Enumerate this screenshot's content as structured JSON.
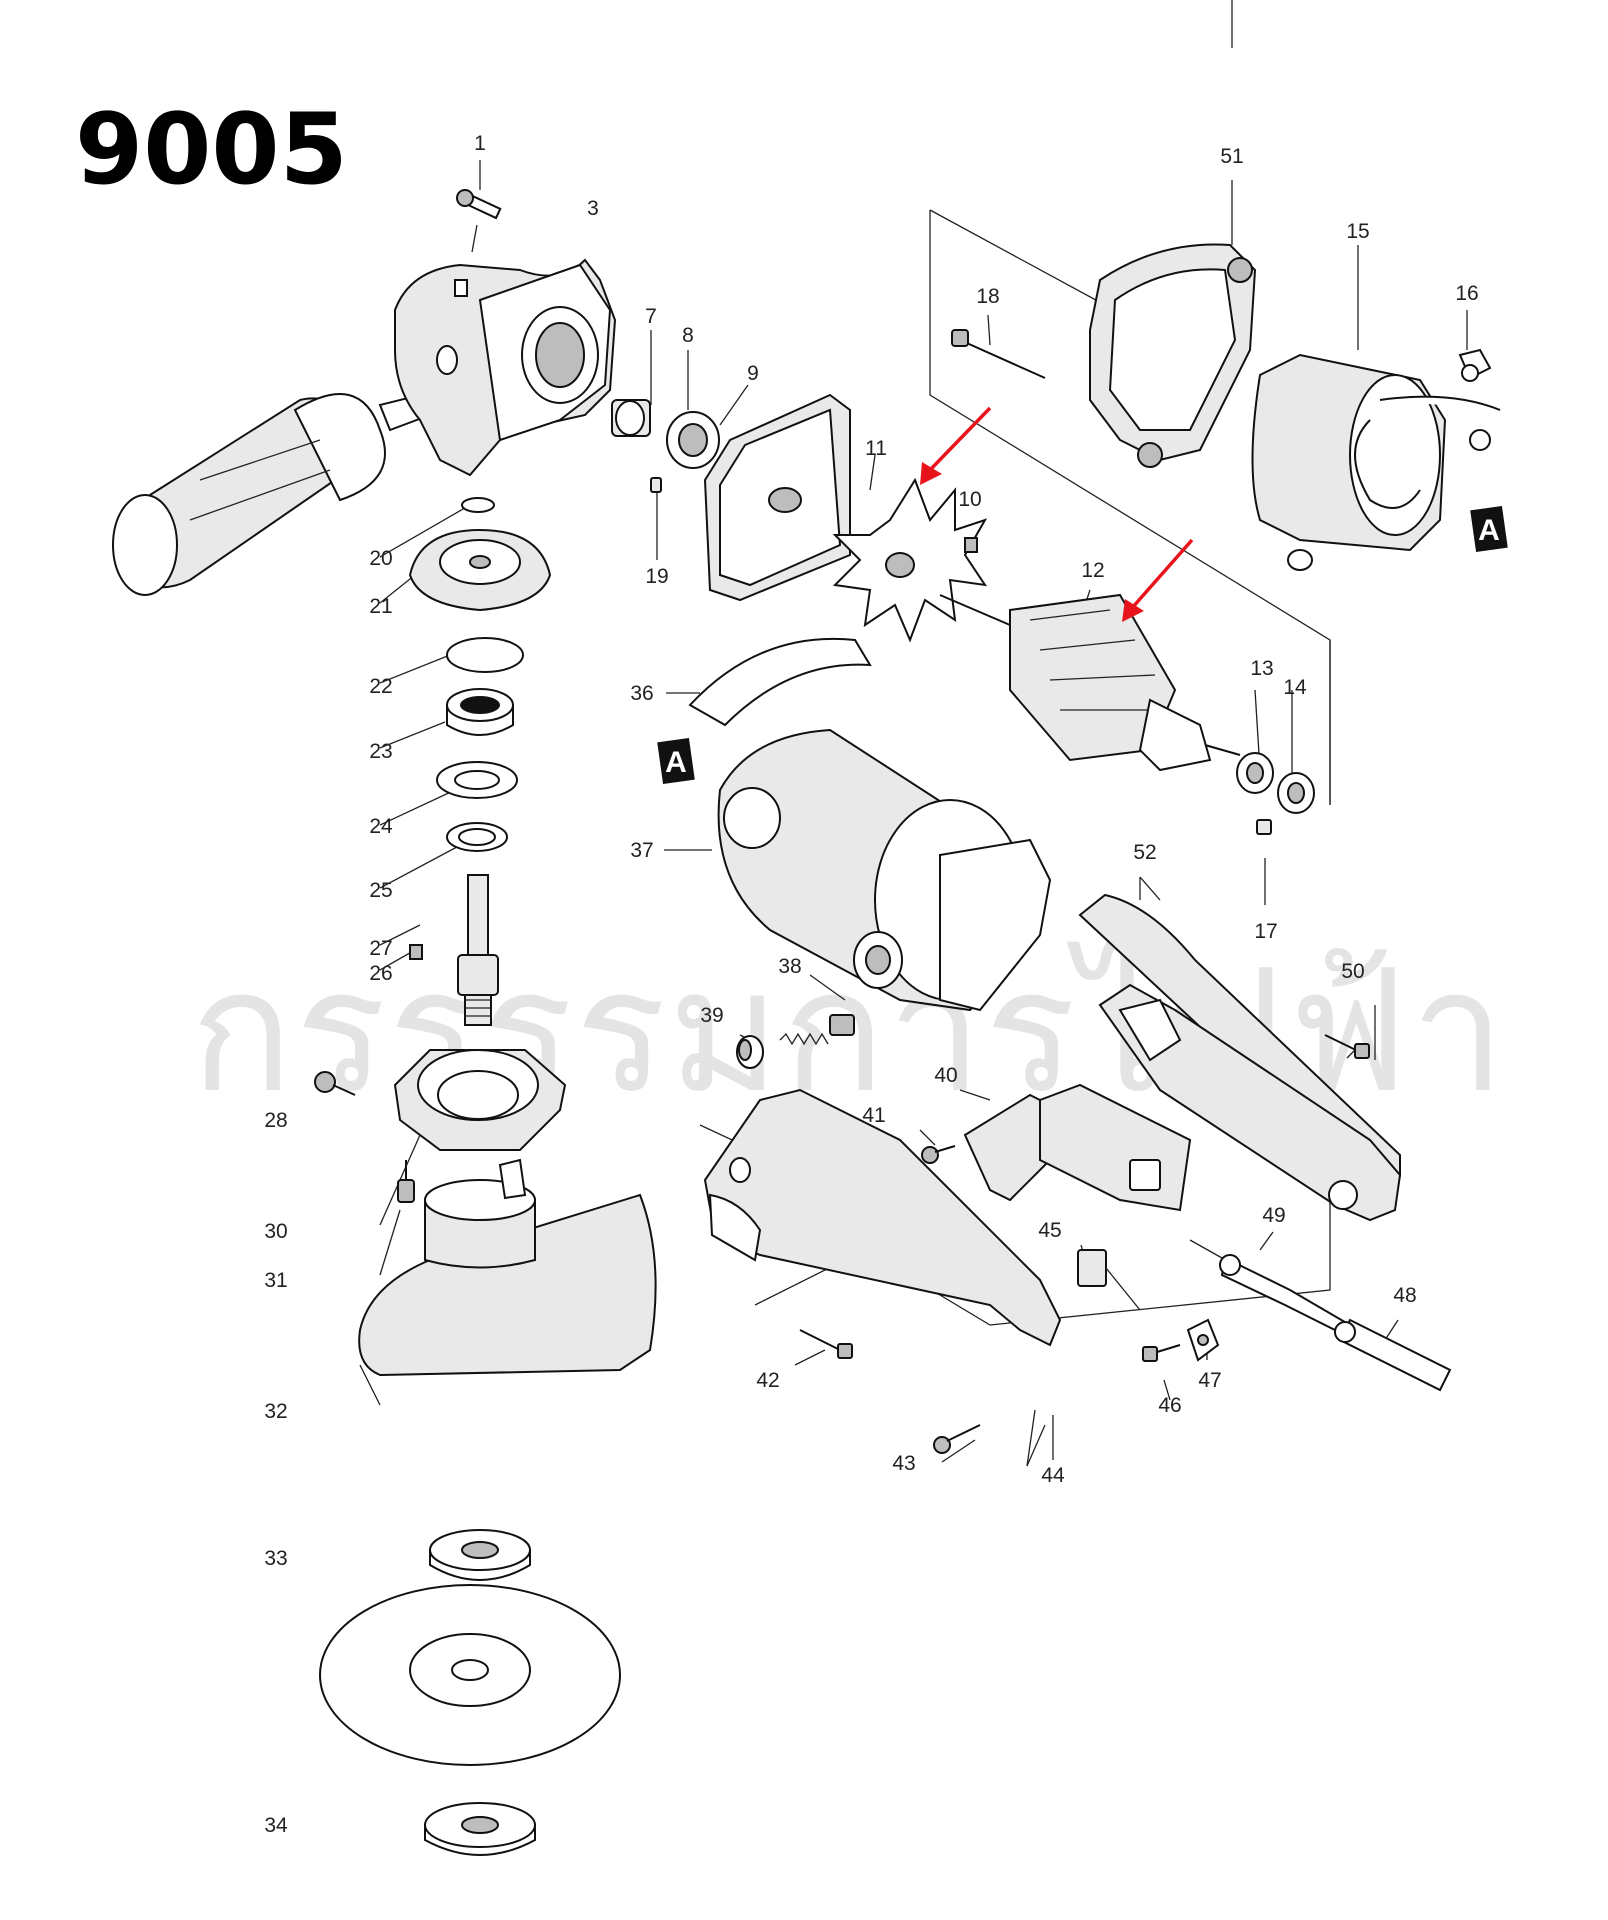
{
  "model_title": "9005",
  "watermark": "กรรรรมการไฟฟ้า",
  "section_marker": "A",
  "colors": {
    "arrow": "#e8141b",
    "ink": "#111111",
    "watermark": "#cfcfcf"
  },
  "part_labels": [
    "1",
    "3",
    "7",
    "8",
    "9",
    "10",
    "11",
    "12",
    "13",
    "14",
    "15",
    "16",
    "17",
    "18",
    "19",
    "20",
    "21",
    "22",
    "23",
    "24",
    "25",
    "26",
    "27",
    "28",
    "30",
    "31",
    "32",
    "33",
    "34",
    "36",
    "37",
    "38",
    "39",
    "40",
    "41",
    "42",
    "43",
    "44",
    "45",
    "46",
    "47",
    "48",
    "49",
    "50",
    "51",
    "52"
  ],
  "highlighted_parts": [
    "11",
    "12"
  ]
}
